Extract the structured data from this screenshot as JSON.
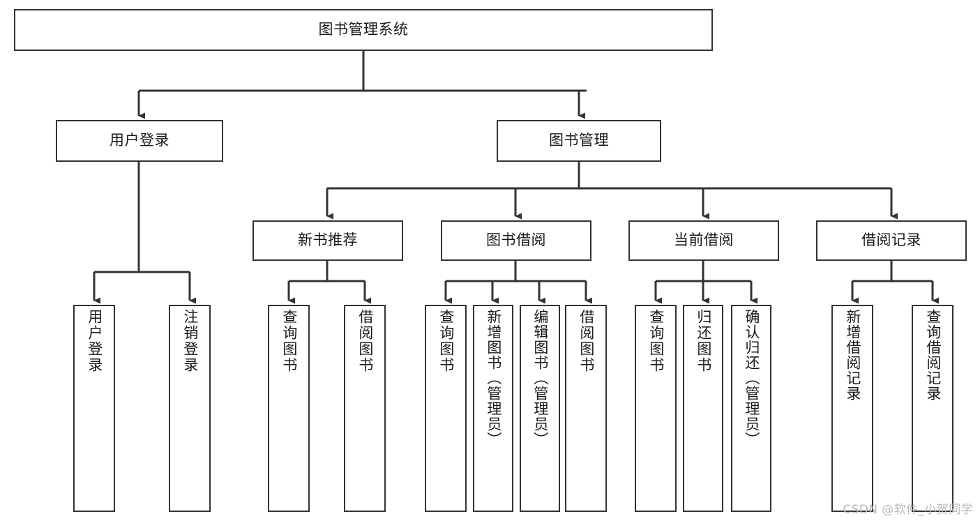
{
  "diagram": {
    "type": "tree-hierarchy",
    "title": "图书管理系统",
    "root": {
      "id": "root",
      "label": "图书管理系统"
    },
    "level2": [
      {
        "id": "user-login",
        "label": "用户登录"
      },
      {
        "id": "book-management",
        "label": "图书管理"
      }
    ],
    "level3": [
      {
        "id": "new-book-recommend",
        "label": "新书推荐",
        "parent": "book-management"
      },
      {
        "id": "book-borrow",
        "label": "图书借阅",
        "parent": "book-management"
      },
      {
        "id": "current-borrow",
        "label": "当前借阅",
        "parent": "book-management"
      },
      {
        "id": "borrow-record",
        "label": "借阅记录",
        "parent": "book-management"
      }
    ],
    "leaves": [
      {
        "id": "leaf-user-login",
        "label": "用户登录",
        "parent": "user-login"
      },
      {
        "id": "leaf-user-logout",
        "label": "注销登录",
        "parent": "user-login"
      },
      {
        "id": "leaf-query-book-1",
        "label": "查询图书",
        "parent": "new-book-recommend"
      },
      {
        "id": "leaf-borrow-book-1",
        "label": "借阅图书",
        "parent": "new-book-recommend"
      },
      {
        "id": "leaf-query-book-2",
        "label": "查询图书",
        "parent": "book-borrow"
      },
      {
        "id": "leaf-add-book",
        "label": "新增图书（管理员）",
        "parent": "book-borrow"
      },
      {
        "id": "leaf-edit-book",
        "label": "编辑图书（管理员）",
        "parent": "book-borrow"
      },
      {
        "id": "leaf-borrow-book-2",
        "label": "借阅图书",
        "parent": "book-borrow"
      },
      {
        "id": "leaf-query-book-3",
        "label": "查询图书",
        "parent": "current-borrow"
      },
      {
        "id": "leaf-return-book",
        "label": "归还图书",
        "parent": "current-borrow"
      },
      {
        "id": "leaf-confirm-return",
        "label": "确认归还（管理员）",
        "parent": "current-borrow"
      },
      {
        "id": "leaf-add-record",
        "label": "新增借阅记录",
        "parent": "borrow-record"
      },
      {
        "id": "leaf-query-record",
        "label": "查询借阅记录",
        "parent": "borrow-record"
      }
    ]
  },
  "watermark": {
    "text": "CSDN @软件_小贺同学"
  },
  "colors": {
    "box_border": "#333333",
    "box_fill": "#ffffff",
    "connector": "#333333",
    "text": "#1a1a1a",
    "watermark": "#b9b9b9",
    "background": "#ffffff"
  }
}
